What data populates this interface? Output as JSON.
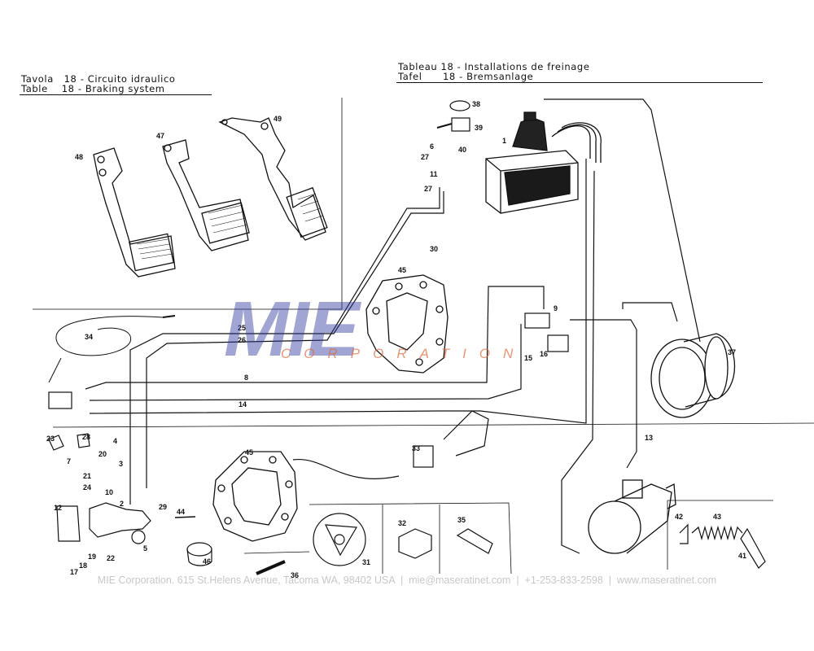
{
  "header": {
    "left_line1": "Tavola   18 - Circuito idraulico",
    "left_line2": "Table    18 - Braking system",
    "right_line1": "Tableau 18 - Installations de freinage",
    "right_line2": "Tafel      18 - Bremsanlage"
  },
  "watermark": {
    "logo": "MIE",
    "subtitle": "CORPORATION"
  },
  "footer": {
    "text": "MIE Corporation. 615 St.Helens Avenue, Tacoma WA, 98402 USA  |  mie@maseratinet.com  |  +1-253-833-2598  |  www.maseratinet.com"
  },
  "part_labels": [
    "1",
    "2",
    "3",
    "4",
    "5",
    "6",
    "7",
    "8",
    "9",
    "10",
    "11",
    "12",
    "13",
    "14",
    "15",
    "16",
    "17",
    "18",
    "19",
    "20",
    "21",
    "22",
    "23",
    "24",
    "25",
    "26",
    "27",
    "27",
    "28",
    "29",
    "30",
    "31",
    "32",
    "33",
    "34",
    "35",
    "36",
    "37",
    "38",
    "39",
    "40",
    "41",
    "42",
    "43",
    "44",
    "45",
    "45",
    "46",
    "47",
    "48",
    "49"
  ]
}
